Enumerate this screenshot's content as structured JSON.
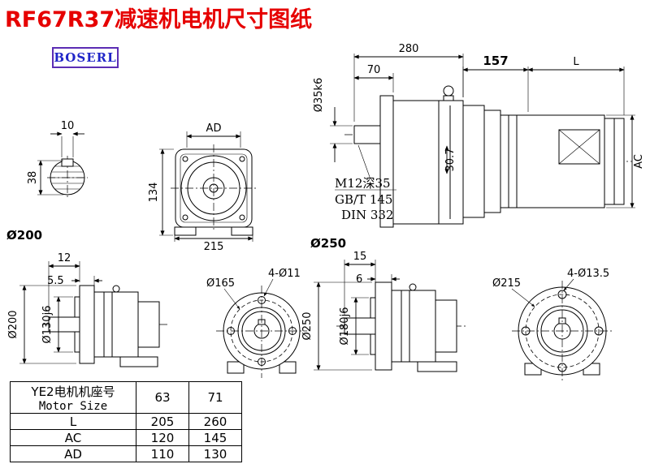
{
  "title": "RF67R37减速机电机尺寸图纸",
  "logo": {
    "text": "BOSERL"
  },
  "colors": {
    "title_red": "#e60000",
    "logo_blue": "#2026c8",
    "logo_border": "#5b2db4",
    "line_black": "#000000"
  },
  "views": {
    "shaft_section": {
      "key_width": "10",
      "diameter": "38"
    },
    "front_view": {
      "width_top": "AD",
      "height": "134",
      "width_bottom": "215",
      "flange_label": "Ø200"
    },
    "assembly": {
      "overall": "280",
      "shaft_len": "70",
      "motor_dim1": "157",
      "motor_dim2": "L",
      "shaft_dia": "Ø35k6",
      "tap_line1": "M12深35",
      "tap_line2": "GB/T 145",
      "tap_line3": "DIN 332",
      "internal_dim": "30.7",
      "motor_height": "AC",
      "flange_label": "Ø250"
    },
    "flange_small_side": {
      "dim1": "12",
      "dim2": "5.5",
      "flange_od": "Ø200",
      "spigot": "Ø130j6"
    },
    "flange_small_front": {
      "holes": "4-Ø11",
      "bolt_circle": "Ø165"
    },
    "flange_large_side": {
      "dim1": "15",
      "dim2": "6",
      "flange_od": "Ø250",
      "spigot": "Ø180j6"
    },
    "flange_large_front": {
      "holes": "4-Ø13.5",
      "bolt_circle": "Ø215"
    }
  },
  "table": {
    "header": {
      "row_label_cn": "YE2电机机座号",
      "row_label_en": "Motor Size",
      "sizes": [
        "63",
        "71"
      ]
    },
    "rows": [
      {
        "label": "L",
        "values": [
          "205",
          "260"
        ]
      },
      {
        "label": "AC",
        "values": [
          "120",
          "145"
        ]
      },
      {
        "label": "AD",
        "values": [
          "110",
          "130"
        ]
      }
    ]
  }
}
